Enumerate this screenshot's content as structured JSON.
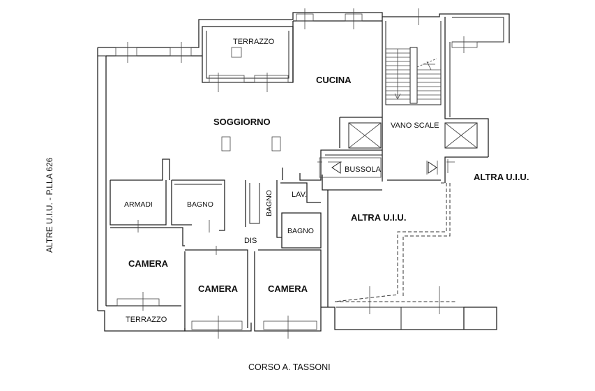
{
  "rooms": {
    "terrazzo_top": "TERRAZZO",
    "cucina": "CUCINA",
    "soggiorno": "SOGGIORNO",
    "vano_scale": "VANO SCALE",
    "bussola": "BUSSOLA",
    "altra_uiu_right": "ALTRA U.I.U.",
    "lav": "LAV.",
    "armadi": "ARMADI",
    "bagno_left": "BAGNO",
    "bagno_vertical": "BAGNO",
    "bagno_small": "BAGNO",
    "altra_uiu_center": "ALTRA U.I.U.",
    "dis": "DIS",
    "camera_left": "CAMERA",
    "camera_mid": "CAMERA",
    "camera_right": "CAMERA",
    "terrazzo_bottom": "TERRAZZO"
  },
  "side_label": "ALTRE U.I.U. - P.LLA 626",
  "street_label": "CORSO A. TASSONI"
}
